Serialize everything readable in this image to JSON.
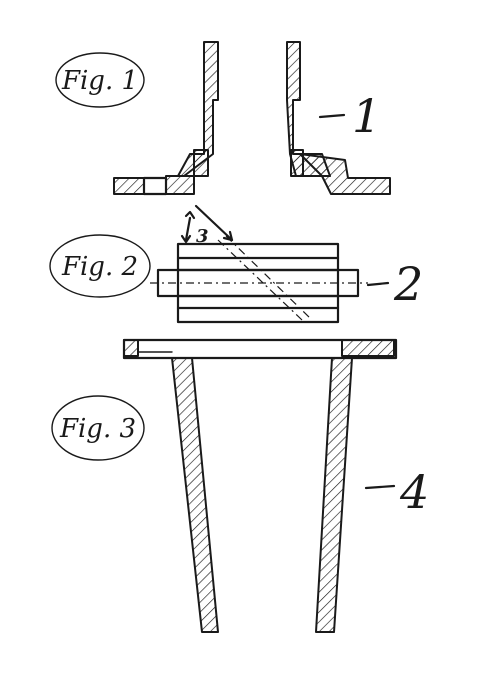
{
  "figures": {
    "fig1": {
      "label": "Fig. 1",
      "ref": "1"
    },
    "fig2": {
      "label": "Fig. 2",
      "ref": "2",
      "detail_ref": "3"
    },
    "fig3": {
      "label": "Fig. 3",
      "ref": "4"
    }
  },
  "colors": {
    "ink": "#1a1a1a",
    "paper": "#ffffff"
  }
}
